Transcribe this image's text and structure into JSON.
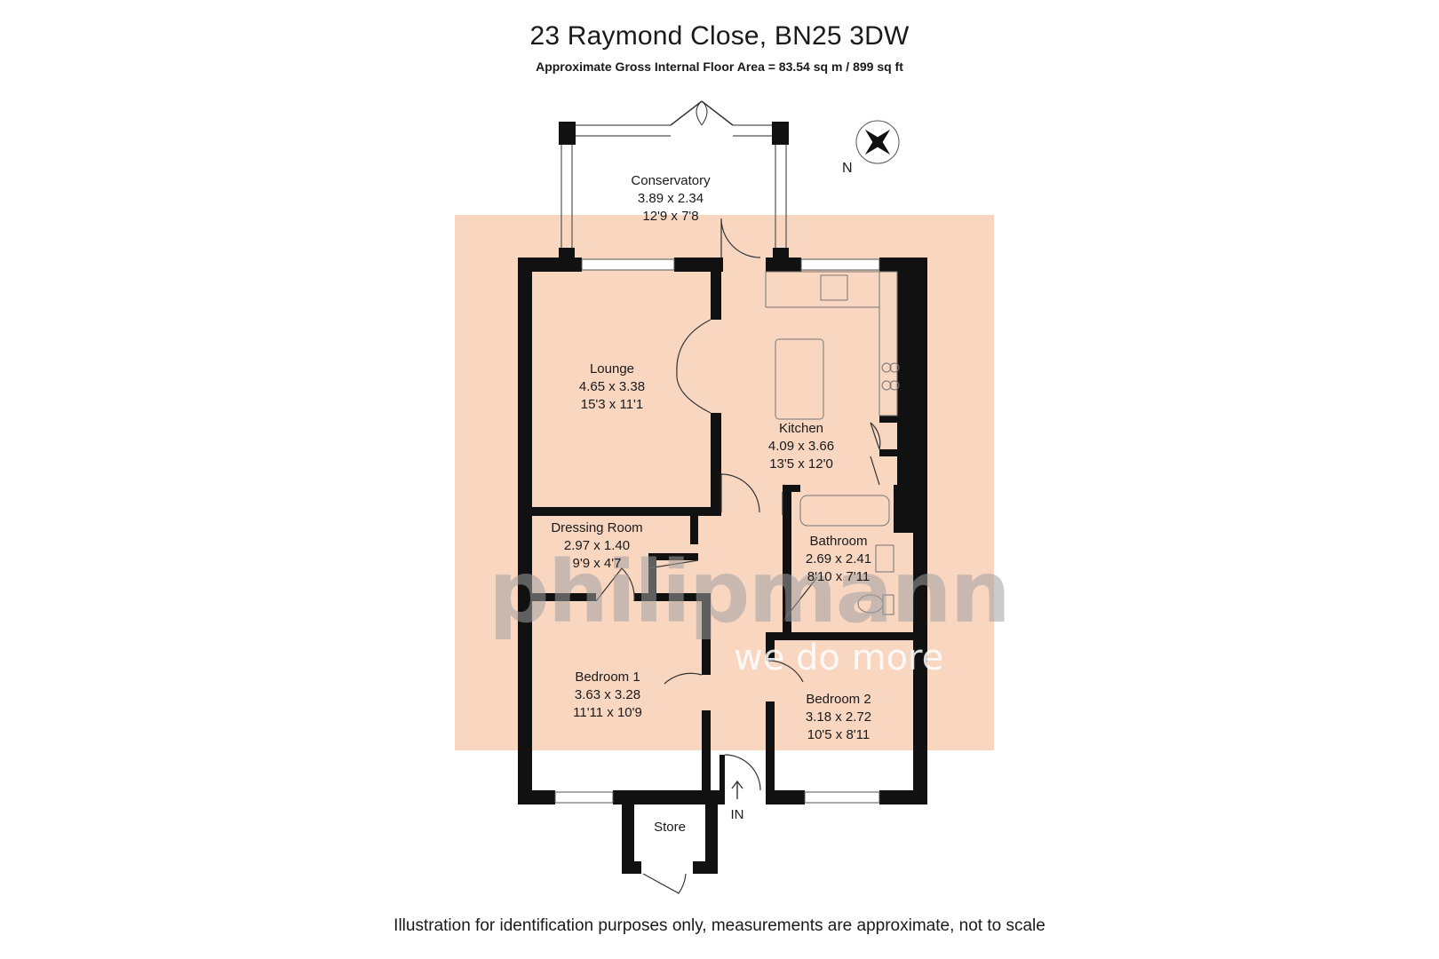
{
  "header": {
    "title": "23 Raymond Close, BN25 3DW",
    "subtitle": "Approximate Gross Internal Floor Area = 83.54 sq m / 899 sq ft"
  },
  "rooms": {
    "conservatory": {
      "name": "Conservatory",
      "metric": "3.89 x 2.34",
      "imperial": "12'9 x 7'8"
    },
    "lounge": {
      "name": "Lounge",
      "metric": "4.65 x 3.38",
      "imperial": "15'3 x 11'1"
    },
    "kitchen": {
      "name": "Kitchen",
      "metric": "4.09 x 3.66",
      "imperial": "13'5 x 12'0"
    },
    "dressing": {
      "name": "Dressing Room",
      "metric": "2.97 x 1.40",
      "imperial": "9'9 x 4'7"
    },
    "bathroom": {
      "name": "Bathroom",
      "metric": "2.69 x 2.41",
      "imperial": "8'10 x 7'11"
    },
    "bedroom1": {
      "name": "Bedroom 1",
      "metric": "3.63 x 3.28",
      "imperial": "11'11 x 10'9"
    },
    "bedroom2": {
      "name": "Bedroom 2",
      "metric": "3.18 x 2.72",
      "imperial": "10'5 x 8'11"
    },
    "store": {
      "name": "Store"
    }
  },
  "entrance_label": "IN",
  "compass_label": "N",
  "watermark": {
    "brand": "philipmann",
    "tagline": "we do more"
  },
  "footer": {
    "disclaimer": "Illustration for identification purposes only, measurements are approximate, not to scale"
  },
  "colors": {
    "wall": "#111111",
    "watermark_bg": "#f8d6c0",
    "background": "#ffffff"
  }
}
